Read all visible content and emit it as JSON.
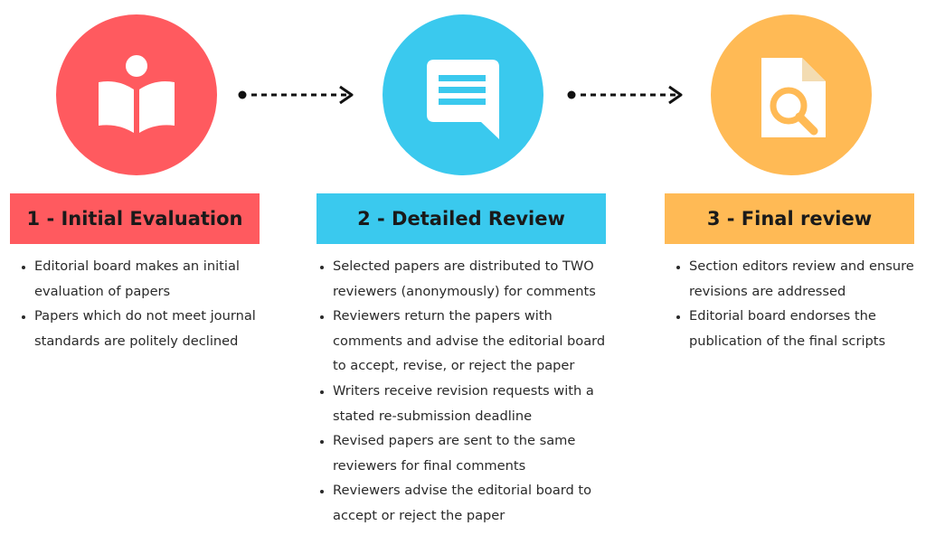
{
  "colors": {
    "step1": "#ff5a5f",
    "step2": "#3ac9ee",
    "step3": "#ffba55",
    "arrow": "#111111",
    "icon": "#ffffff"
  },
  "steps": [
    {
      "icon": "book-reader-icon",
      "title": "1 - Initial Evaluation",
      "bullets": [
        "Editorial board makes an initial evaluation of papers",
        "Papers which do not meet journal standards are politely declined"
      ]
    },
    {
      "icon": "chat-bubble-icon",
      "title": "2 - Detailed Review",
      "bullets": [
        "Selected papers are distributed to TWO reviewers (anonymously) for comments",
        "Reviewers return the papers with comments and advise the editorial board to accept, revise, or reject the paper",
        "Writers receive revision requests with a stated re-submission deadline",
        "Revised papers are sent to the same reviewers for final comments",
        "Reviewers advise the editorial board to accept or reject the paper"
      ]
    },
    {
      "icon": "document-search-icon",
      "title": "3 - Final review",
      "bullets": [
        "Section editors review and ensure revisions are addressed",
        "Editorial board endorses the publication of the final scripts"
      ]
    }
  ]
}
